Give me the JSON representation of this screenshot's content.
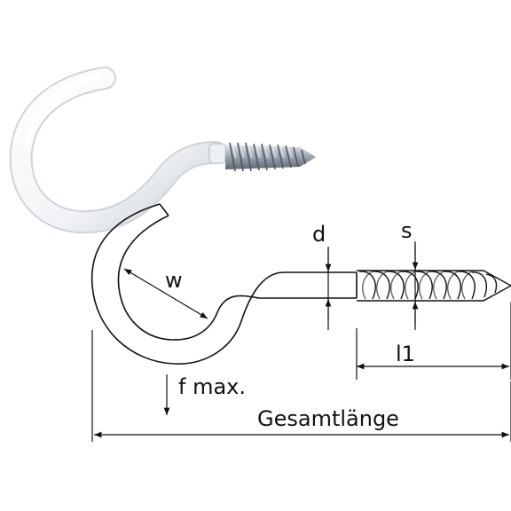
{
  "labels": {
    "d": "d",
    "s": "s",
    "w": "w",
    "l1": "l1",
    "f_max": "f max.",
    "total_length": "Gesamtlänge"
  },
  "colors": {
    "line": "#111111",
    "hook_coating": "#ffffff",
    "thread_metal": "#b9c0c8",
    "thread_shadow": "#7c8590"
  },
  "icons": {
    "photo": "white-coated-screw-hook",
    "drawing": "screw-hook-technical-drawing"
  }
}
